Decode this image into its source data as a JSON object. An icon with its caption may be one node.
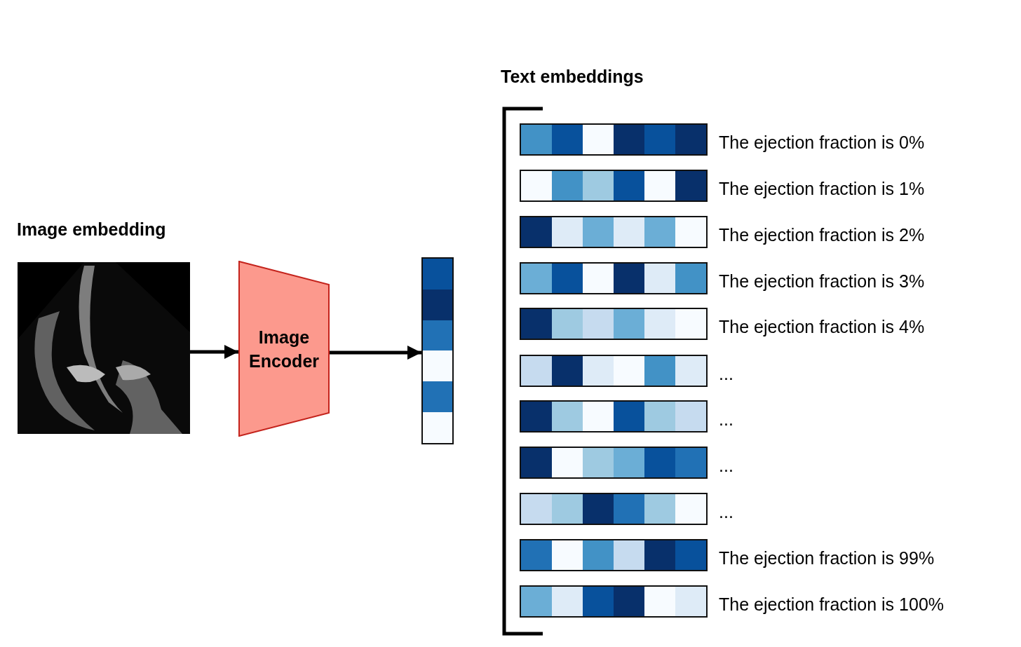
{
  "diagram": {
    "nodes": [
      {
        "text": [],
        "shape": "picture"
      },
      {
        "text": [
          "Image Encoder"
        ]
      },
      {
        "text": [],
        "shape": "bar"
      },
      {
        "text": [],
        "shape": "bar",
        "beside": [
          "The ejection fraction is 0%"
        ]
      },
      {
        "text": [],
        "shape": "bar",
        "beside": [
          "The ejection fraction is 1%"
        ]
      },
      {
        "text": [],
        "shape": "bar",
        "beside": [
          "The ejection fraction is 2%"
        ]
      },
      {
        "text": [],
        "shape": "bar",
        "beside": [
          "The ejection fraction is 3%"
        ]
      },
      {
        "text": [],
        "shape": "bar",
        "beside": [
          "The ejection fraction is 4%"
        ]
      },
      {
        "text": [],
        "shape": "bar",
        "beside": [
          "..."
        ]
      },
      {
        "text": [],
        "shape": "bar",
        "beside": [
          "..."
        ]
      },
      {
        "text": [],
        "shape": "bar",
        "beside": [
          "..."
        ]
      },
      {
        "text": [],
        "shape": "bar",
        "beside": [
          "..."
        ]
      },
      {
        "text": [],
        "shape": "bar",
        "beside": [
          "The ejection fraction is 99%"
        ]
      },
      {
        "text": [],
        "shape": "bar",
        "beside": [
          "The ejection fraction is 100%"
        ]
      }
    ],
    "edges": [
      {
        "from": 0,
        "to": 1,
        "arrow": "to"
      },
      {
        "from": 1,
        "to": 2,
        "arrow": "to"
      }
    ],
    "labels": [
      "Text embeddings",
      "Image embedding"
    ]
  }
}
